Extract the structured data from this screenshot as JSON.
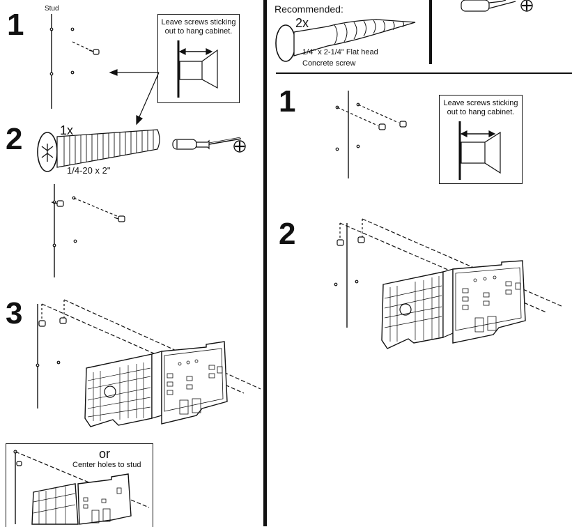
{
  "left": {
    "stud_label": "Stud",
    "step1": "1",
    "callout1": "Leave screws sticking out to hang cabinet.",
    "step2": "2",
    "screw_qty": "1x",
    "screw_size": "1/4-20 x 2\"",
    "step3": "3",
    "or_label": "or",
    "center_label": "Center holes to stud"
  },
  "right": {
    "recommended": "Recommended:",
    "screw_qty": "2x",
    "screw_size": "1/4\" x 2-1/4\" Flat head",
    "screw_type": "Concrete screw",
    "step1": "1",
    "callout1": "Leave screws sticking out to hang cabinet.",
    "step2": "2"
  },
  "icons": [
    "screwdriver-icon",
    "phillips-head-icon",
    "screw-icon",
    "cabinet-icon",
    "stud-icon"
  ]
}
